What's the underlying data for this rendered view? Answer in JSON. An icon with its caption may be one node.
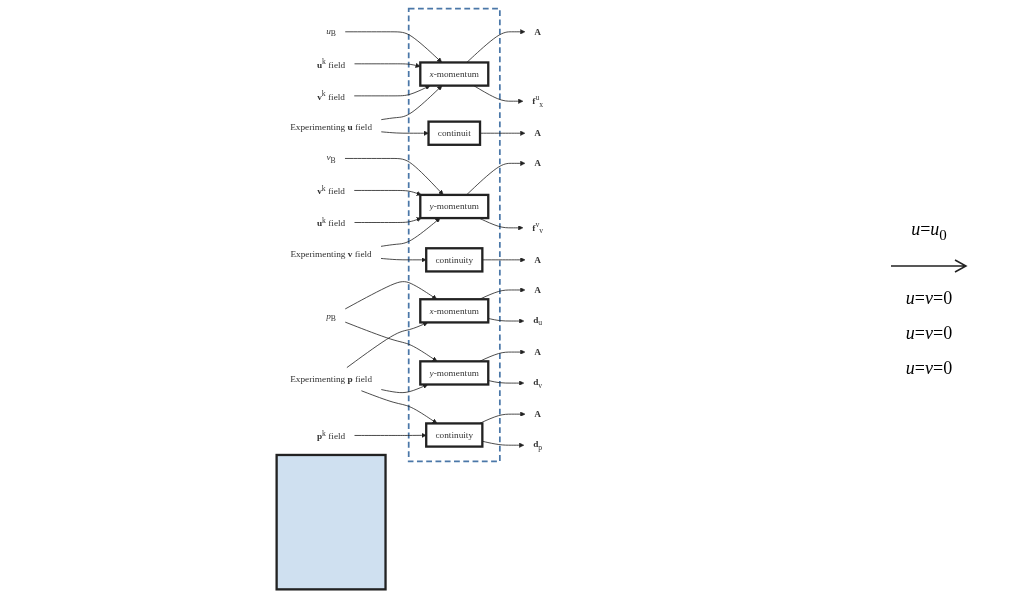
{
  "diagram": {
    "nodes": [
      {
        "text": [],
        "shape": "box"
      },
      {
        "text": [
          "*u*$_{B}$"
        ]
      },
      {
        "text": [
          "**u**$^{k}$ field"
        ]
      },
      {
        "text": [
          "**v**$^{k}$ field"
        ]
      },
      {
        "text": [
          "Experimenting **u** field"
        ]
      },
      {
        "text": [
          "*x*-momentum"
        ],
        "in": 0
      },
      {
        "text": [
          "continuit"
        ],
        "in": 0
      },
      {
        "text": [
          "**A**"
        ]
      },
      {
        "text": [
          "**f**$^{u}$$_{x}$"
        ]
      },
      {
        "text": [
          "**A**"
        ]
      },
      {
        "text": [
          "*v*$_{B}$"
        ]
      },
      {
        "text": [
          "**v**$^{k}$ field"
        ]
      },
      {
        "text": [
          "**u**$^{k}$ field"
        ]
      },
      {
        "text": [
          "Experimenting **v** field"
        ]
      },
      {
        "text": [
          "*y*-momentum"
        ],
        "in": 0
      },
      {
        "text": [
          "continuity"
        ],
        "in": 0
      },
      {
        "text": [
          "**A**"
        ]
      },
      {
        "text": [
          "**f**$^{v}$$_{v}$"
        ]
      },
      {
        "text": [
          "**A**"
        ]
      },
      {
        "text": [
          "*p*$_{B}$"
        ]
      },
      {
        "text": [
          "Experimenting **p** field"
        ]
      },
      {
        "text": [
          "**p**$^{k}$ field"
        ]
      },
      {
        "text": [
          "*x*-momentum"
        ],
        "in": 0
      },
      {
        "text": [
          "*y*-momentum"
        ],
        "in": 0
      },
      {
        "text": [
          "continuity"
        ],
        "in": 0
      },
      {
        "text": [
          "**A**"
        ]
      },
      {
        "text": [
          "**d**$_{u}$"
        ]
      },
      {
        "text": [
          "**A**"
        ]
      },
      {
        "text": [
          "**d**$_{v}$"
        ]
      },
      {
        "text": [
          "**A**"
        ]
      },
      {
        "text": [
          "**d**$_{p}$"
        ]
      },
      {
        "text": [],
        "shape": "box"
      }
    ],
    "edges": [
      {
        "from": 1,
        "to": 5,
        "arrow": "to"
      },
      {
        "from": 2,
        "to": 5,
        "arrow": "to"
      },
      {
        "from": 3,
        "to": 5,
        "arrow": "to"
      },
      {
        "from": 4,
        "to": 5,
        "arrow": "to"
      },
      {
        "from": 4,
        "to": 6,
        "arrow": "to"
      },
      {
        "from": 5,
        "to": 7,
        "arrow": "to"
      },
      {
        "from": 5,
        "to": 8,
        "arrow": "to"
      },
      {
        "from": 6,
        "to": 9,
        "arrow": "to"
      },
      {
        "from": 10,
        "to": 14,
        "arrow": "to"
      },
      {
        "from": 11,
        "to": 14,
        "arrow": "to"
      },
      {
        "from": 12,
        "to": 14,
        "arrow": "to"
      },
      {
        "from": 13,
        "to": 14,
        "arrow": "to"
      },
      {
        "from": 13,
        "to": 15,
        "arrow": "to"
      },
      {
        "from": 14,
        "to": 16,
        "arrow": "to"
      },
      {
        "from": 14,
        "to": 17,
        "arrow": "to"
      },
      {
        "from": 15,
        "to": 18,
        "arrow": "to"
      },
      {
        "from": 19,
        "to": 22,
        "arrow": "to"
      },
      {
        "from": 19,
        "to": 23,
        "arrow": "to"
      },
      {
        "from": 20,
        "to": 22,
        "arrow": "to"
      },
      {
        "from": 20,
        "to": 23,
        "arrow": "to"
      },
      {
        "from": 20,
        "to": 24,
        "arrow": "to"
      },
      {
        "from": 21,
        "to": 24,
        "arrow": "to"
      },
      {
        "from": 22,
        "to": 25,
        "arrow": "to"
      },
      {
        "from": 22,
        "to": 26,
        "arrow": "to"
      },
      {
        "from": 23,
        "to": 27,
        "arrow": "to"
      },
      {
        "from": 23,
        "to": 28,
        "arrow": "to"
      },
      {
        "from": 24,
        "to": 29,
        "arrow": "to"
      },
      {
        "from": 24,
        "to": 30,
        "arrow": "to"
      }
    ],
    "labels": [
      "*u*=*u*$_{0}$",
      "*u*=*v*=0",
      "*u*=*v*=0",
      "*u*=*v*=0"
    ]
  }
}
